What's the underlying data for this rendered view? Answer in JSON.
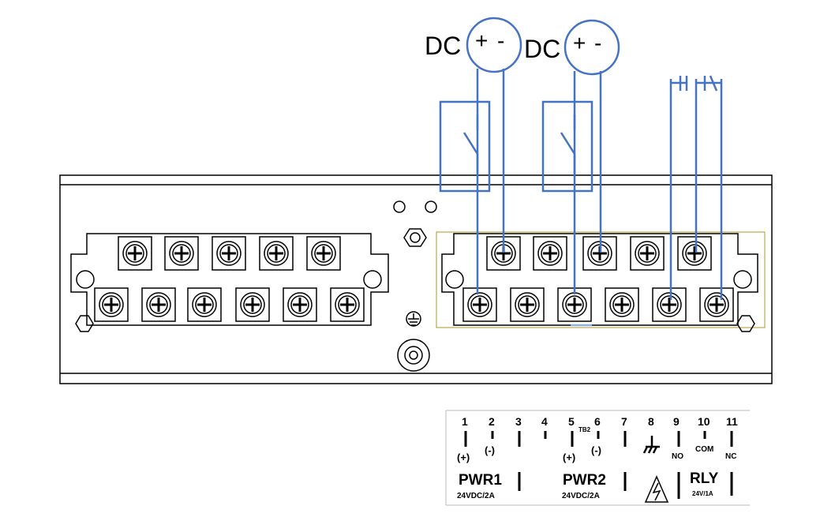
{
  "sources": [
    {
      "label": "DC",
      "plus": "+",
      "minus": "-"
    },
    {
      "label": "DC",
      "plus": "+",
      "minus": "-"
    }
  ],
  "terminals": [
    "1",
    "2",
    "3",
    "4",
    "5",
    "6",
    "7",
    "8",
    "9",
    "10",
    "11"
  ],
  "tb_label": "TB2",
  "polarity": {
    "pwr1_plus": "(+)",
    "pwr1_minus": "(-)",
    "pwr2_plus": "(+)",
    "pwr2_minus": "(-)"
  },
  "relay_contacts": {
    "no": "NO",
    "com": "COM",
    "nc": "NC"
  },
  "groups": {
    "pwr1": {
      "name": "PWR1",
      "rating": "24VDC/2A"
    },
    "pwr2": {
      "name": "PWR2",
      "rating": "24VDC/2A"
    },
    "rly": {
      "name": "RLY",
      "rating": "24V/1A"
    }
  },
  "colors": {
    "wire": "#4472c4",
    "outline": "#000000",
    "highlight": "#a89a2a"
  }
}
